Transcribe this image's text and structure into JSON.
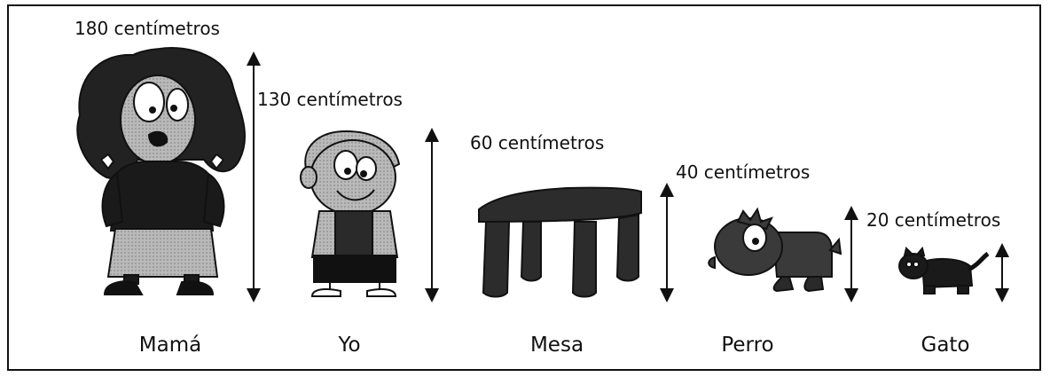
{
  "items": [
    {
      "name": "Mamá",
      "height_label": "180 centímetros",
      "height_cm": 180
    },
    {
      "name": "Yo",
      "height_label": "130 centímetros",
      "height_cm": 130
    },
    {
      "name": "Mesa",
      "height_label": "60 centímetros",
      "height_cm": 60
    },
    {
      "name": "Perro",
      "height_label": "40 centímetros",
      "height_cm": 40
    },
    {
      "name": "Gato",
      "height_label": "20 centímetros",
      "height_cm": 20
    }
  ],
  "colors": {
    "ink": "#111111",
    "fill_dark": "#3a3a3a",
    "fill_mid": "#9a9a9a",
    "fill_skin": "#d9d9d9"
  }
}
